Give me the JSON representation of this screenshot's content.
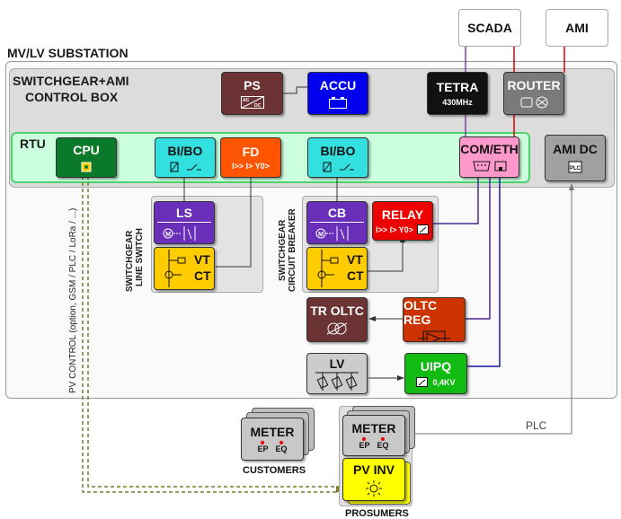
{
  "substation_title": "MV/LV SUBSTATION",
  "control_box_title": [
    "SWITCHGEAR+AMI",
    "CONTROL BOX"
  ],
  "external": {
    "scada": "SCADA",
    "ami": "AMI"
  },
  "control_box": {
    "ps": "PS",
    "ps_icon_text": [
      "AC",
      "DC"
    ],
    "accu": "ACCU",
    "tetra": "TETRA",
    "tetra_freq": "430MHz",
    "router": "ROUTER"
  },
  "rtu": {
    "label": "RTU",
    "cpu": "CPU",
    "bibo1": "BI/BO",
    "fd": "FD",
    "fd_sub": "I>> I> Y0>",
    "bibo2": "BI/BO",
    "cometh": "COM/ETH"
  },
  "ami_dc": {
    "label": "AMI DC",
    "chip": "PLC"
  },
  "line_switch": {
    "ls": "LS",
    "vt": "VT",
    "ct": "CT",
    "caption": [
      "SWITCHGEAR",
      "LINE SWITCH"
    ]
  },
  "circuit_breaker": {
    "cb": "CB",
    "vt": "VT",
    "ct": "CT",
    "caption": [
      "SWITCHGEAR",
      "CIRCUIT BREAKER"
    ]
  },
  "relay": {
    "label": "RELAY",
    "sub": "I>> I> Y0>"
  },
  "tr_oltc": "TR OLTC",
  "oltc_reg": "OLTC REG",
  "lv": "LV",
  "uipq": {
    "label": "UIPQ",
    "sub": "0,4KV"
  },
  "plc_label": "PLC",
  "pv_control": "PV CONTROL (option, GSM / PLC / LoRa / ...)",
  "customers": {
    "meter": "METER",
    "ep": "EP",
    "eq": "EQ",
    "caption": "CUSTOMERS"
  },
  "prosumers": {
    "meter": "METER",
    "ep": "EP",
    "eq": "EQ",
    "inverter": "PV INV",
    "caption": "PROSUMERS"
  },
  "colors": {
    "ps": "#6b3333",
    "accu": "#0000ee",
    "tetra": "#111111",
    "router": "#7a7a7a",
    "cpu": "#0a7a2a",
    "bibo": "#33e0e0",
    "fd": "#ff5500",
    "cometh": "#ff99cc",
    "ami_dc": "#a0a0a0",
    "switch": "#6a2fb8",
    "vtct": "#ffcc00",
    "relay": "#ee0000",
    "tr_oltc": "#6b3333",
    "oltc_reg": "#cc3300",
    "lv": "#cccccc",
    "uipq": "#11bb11",
    "rtu_bg": "#ccffdd",
    "line_purple": "#4b2a8f",
    "line_blue": "#1a1aa0",
    "line_red": "#dd0000",
    "line_violet": "#8a3aa0",
    "pv_dash": "#7a7a2a",
    "inverter": "#ffff00"
  }
}
